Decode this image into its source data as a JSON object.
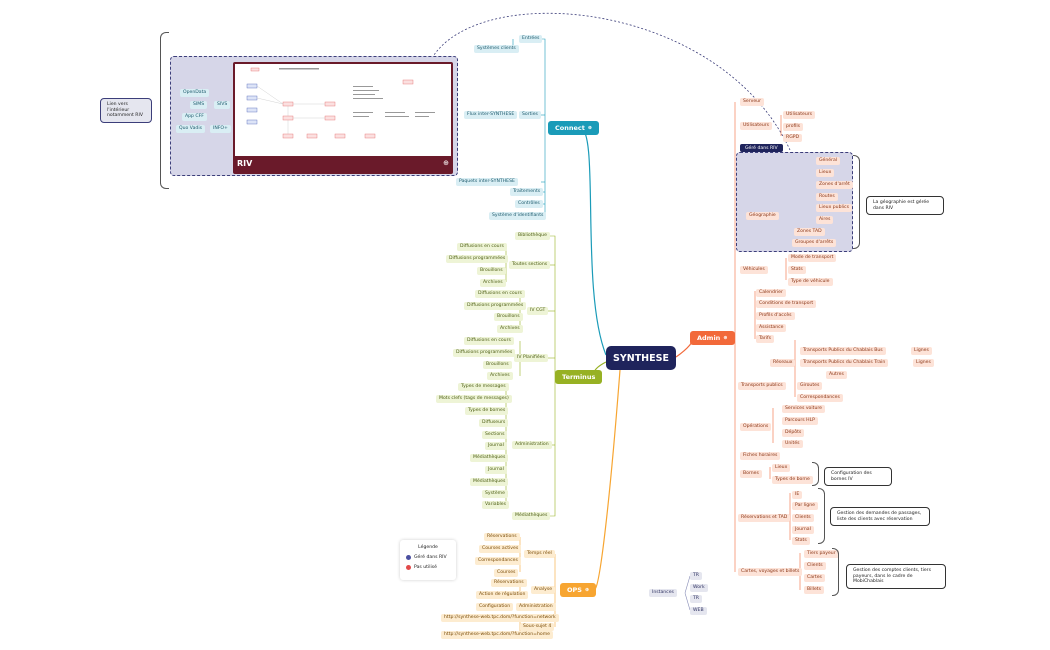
{
  "center": {
    "label": "SYNTHESE"
  },
  "riv": {
    "title": "RIV",
    "group_label": "Géré dans RIV",
    "link_note": "Lien vers l'intérieur notamment RIV"
  },
  "colors": {
    "connect": "#1a9bb8",
    "terminus": "#97b123",
    "ops": "#f7a531",
    "admin": "#f2693a",
    "center": "#1f245c",
    "riv": "#6a1a2a"
  },
  "branches": {
    "connect": {
      "label": "Connect",
      "left": [
        "Entrées",
        "Systèmes clients",
        "Sorties",
        "Flux inter-SYNTHESE",
        "Paquets inter-SYNTHESE",
        "Traitements",
        "Contrôles",
        "Système d'identifiants"
      ],
      "riv_side": [
        "OpenData",
        "SIMS",
        "App CFF",
        "Quo Vadis",
        "SIVS",
        "INFO+"
      ]
    },
    "terminus": {
      "label": "Terminus",
      "items": [
        "Bibliothèque",
        "Diffusions en cours",
        "Diffusions programmées",
        "Toutes sections",
        "Brouillons",
        "Archives",
        "Diffusions en cours",
        "Diffusions programmées",
        "IV CGT",
        "Brouillons",
        "Archives",
        "Diffusions en cours",
        "Diffusions programmées",
        "IV Planifiées",
        "Brouillons",
        "Archives",
        "Types de messages",
        "Mots clefs (tags de messages)",
        "Types de bornes",
        "Diffuseurs",
        "Sections",
        "Journal",
        "Administration",
        "Médiathèques",
        "Journal",
        "Médiathèques",
        "Système",
        "Variables",
        "Médiathèques"
      ]
    },
    "ops": {
      "label": "OPS",
      "items": [
        "Réservations",
        "Temps réel",
        "Courses actives",
        "Correspondances",
        "Courses",
        "Réservations",
        "Analyse",
        "Action de régulation",
        "Configuration",
        "Administration",
        "http://synthese-web.tpc.dom/?function=network",
        "Sous-sujet 4",
        "http://synthese-web.tpc.dom/?function=home"
      ]
    },
    "admin": {
      "label": "Admin",
      "items": [
        "Serveur",
        "Utilisateurs",
        "Utilisateurs",
        "profils",
        "RGPD",
        "Général",
        "Lieux",
        "Zones d'arrêt",
        "Routes",
        "Lieux publics",
        "Géographie",
        "Aires",
        "Zones TAD",
        "Groupes d'arrêts",
        "Véhicules",
        "Mode de transport",
        "Stats",
        "Type de véhicule",
        "Calendrier",
        "Conditions de transport",
        "Profils d'accès",
        "Assistance",
        "Tarifs",
        "Transports Publics du Chablais Bus",
        "Lignes",
        "Réseaux",
        "Transports Publics du Chablais Train",
        "Lignes",
        "Autres",
        "Transports publics",
        "Giroutes",
        "Correspondances",
        "Services voiture",
        "Parcours HLP",
        "Opérations",
        "Dépôts",
        "Unités",
        "Fiches horaires",
        "Lieux",
        "Bornes",
        "Types de borne",
        "IE",
        "Par ligne",
        "Clients",
        "Réservations et TAD",
        "Journal",
        "Stats",
        "Tiers payeur",
        "Clients",
        "Cartes, voyages et billets",
        "Cartes",
        "Billets"
      ],
      "notes": [
        "La géographie est gérée dans RIV",
        "Configuration des bornes IV",
        "Gestion des demandes de passages, liste des clients avec réservation",
        "Gestion des comptes clients, tiers payeurs, dans le cadre de MobiChablais"
      ]
    },
    "misc": {
      "label": "Instances",
      "items": [
        "TR",
        "Work",
        "TR",
        "WEB"
      ]
    }
  },
  "legend": {
    "title": "Légende",
    "items": [
      {
        "label": "Géré dans RIV",
        "color": "#4b4fa0"
      },
      {
        "label": "Pas utilisé",
        "color": "#e24a4a"
      }
    ]
  }
}
